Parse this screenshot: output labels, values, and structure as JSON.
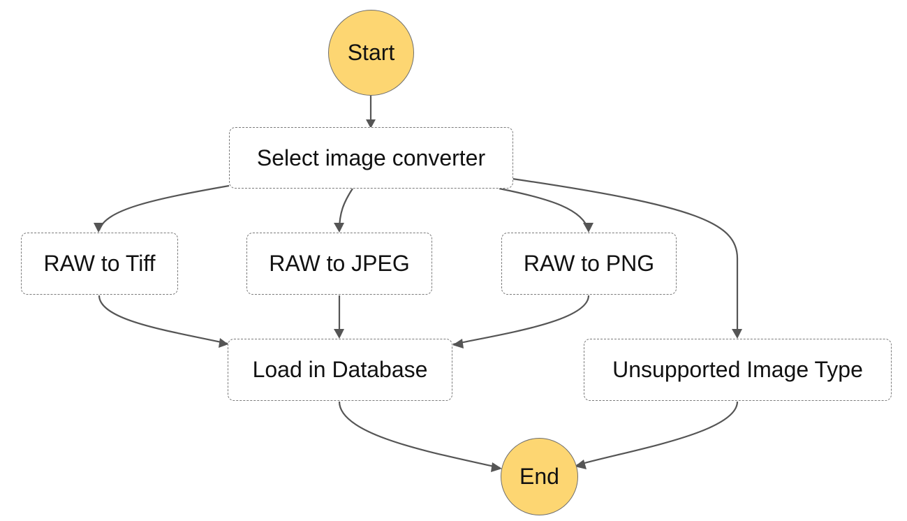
{
  "workflow": {
    "start_label": "Start",
    "end_label": "End",
    "states": {
      "select": "Select image converter",
      "tiff": "RAW to Tiff",
      "jpeg": "RAW to JPEG",
      "png": "RAW to PNG",
      "load": "Load in Database",
      "unsupported": "Unsupported Image Type"
    },
    "transitions": [
      {
        "from": "Start",
        "to": "Select image converter"
      },
      {
        "from": "Select image converter",
        "to": "RAW to Tiff"
      },
      {
        "from": "Select image converter",
        "to": "RAW to JPEG"
      },
      {
        "from": "Select image converter",
        "to": "RAW to PNG"
      },
      {
        "from": "Select image converter",
        "to": "Unsupported Image Type"
      },
      {
        "from": "RAW to Tiff",
        "to": "Load in Database"
      },
      {
        "from": "RAW to JPEG",
        "to": "Load in Database"
      },
      {
        "from": "RAW to PNG",
        "to": "Load in Database"
      },
      {
        "from": "Load in Database",
        "to": "End"
      },
      {
        "from": "Unsupported Image Type",
        "to": "End"
      }
    ],
    "colors": {
      "terminal_fill": "#fdd672",
      "edge": "#555555",
      "state_border": "#7a7a7a"
    }
  }
}
